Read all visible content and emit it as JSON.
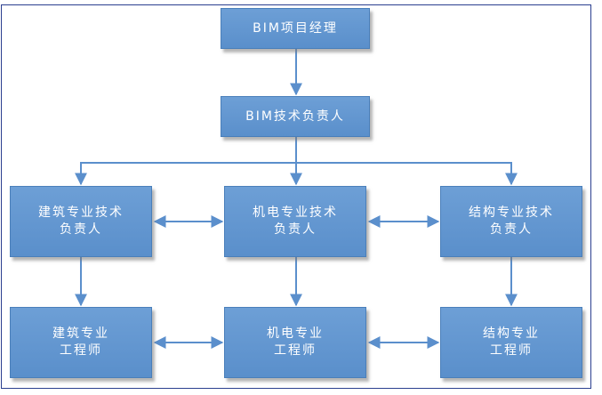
{
  "nodes": {
    "project_manager": "BIM项目经理",
    "tech_lead": "BIM技术负责人",
    "arch_lead": [
      "建筑专业技术",
      "负责人"
    ],
    "mep_lead": [
      "机电专业技术",
      "负责人"
    ],
    "struct_lead": [
      "结构专业技术",
      "负责人"
    ],
    "arch_engineer": [
      "建筑专业",
      "工程师"
    ],
    "mep_engineer": [
      "机电专业",
      "工程师"
    ],
    "struct_engineer": [
      "结构专业",
      "工程师"
    ]
  },
  "colors": {
    "box_fill": "#5b8fcc",
    "box_border": "#4a7fba",
    "connector": "#5b8fcc",
    "frame_border": "#2b3f8f",
    "text": "#ffffff"
  }
}
